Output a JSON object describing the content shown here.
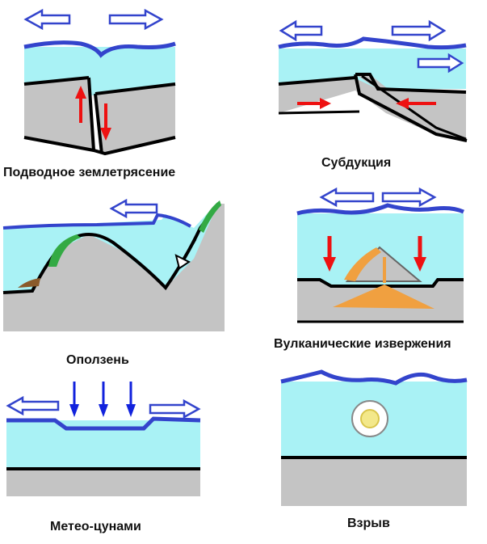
{
  "colors": {
    "water": "#a9f2f5",
    "ground": "#c4c4c4",
    "ground_line": "#000000",
    "surface": "#3344cc",
    "arrow_outline": "#3344cc",
    "motion_red": "#ee1111",
    "motion_blue": "#1122dd",
    "vegetation": "#33aa44",
    "magma": "#f0a040",
    "mud": "#8a5a2a",
    "explosion": "#f3e88a"
  },
  "panels": [
    {
      "id": "earthquake",
      "label": "Подводное землетрясение"
    },
    {
      "id": "subduction",
      "label": "Субдукция"
    },
    {
      "id": "landslide",
      "label": "Оползень"
    },
    {
      "id": "volcano",
      "label": "Вулканические извержения"
    },
    {
      "id": "meteotsunami",
      "label": "Метео-цунами"
    },
    {
      "id": "explosion",
      "label": "Взрыв"
    }
  ]
}
